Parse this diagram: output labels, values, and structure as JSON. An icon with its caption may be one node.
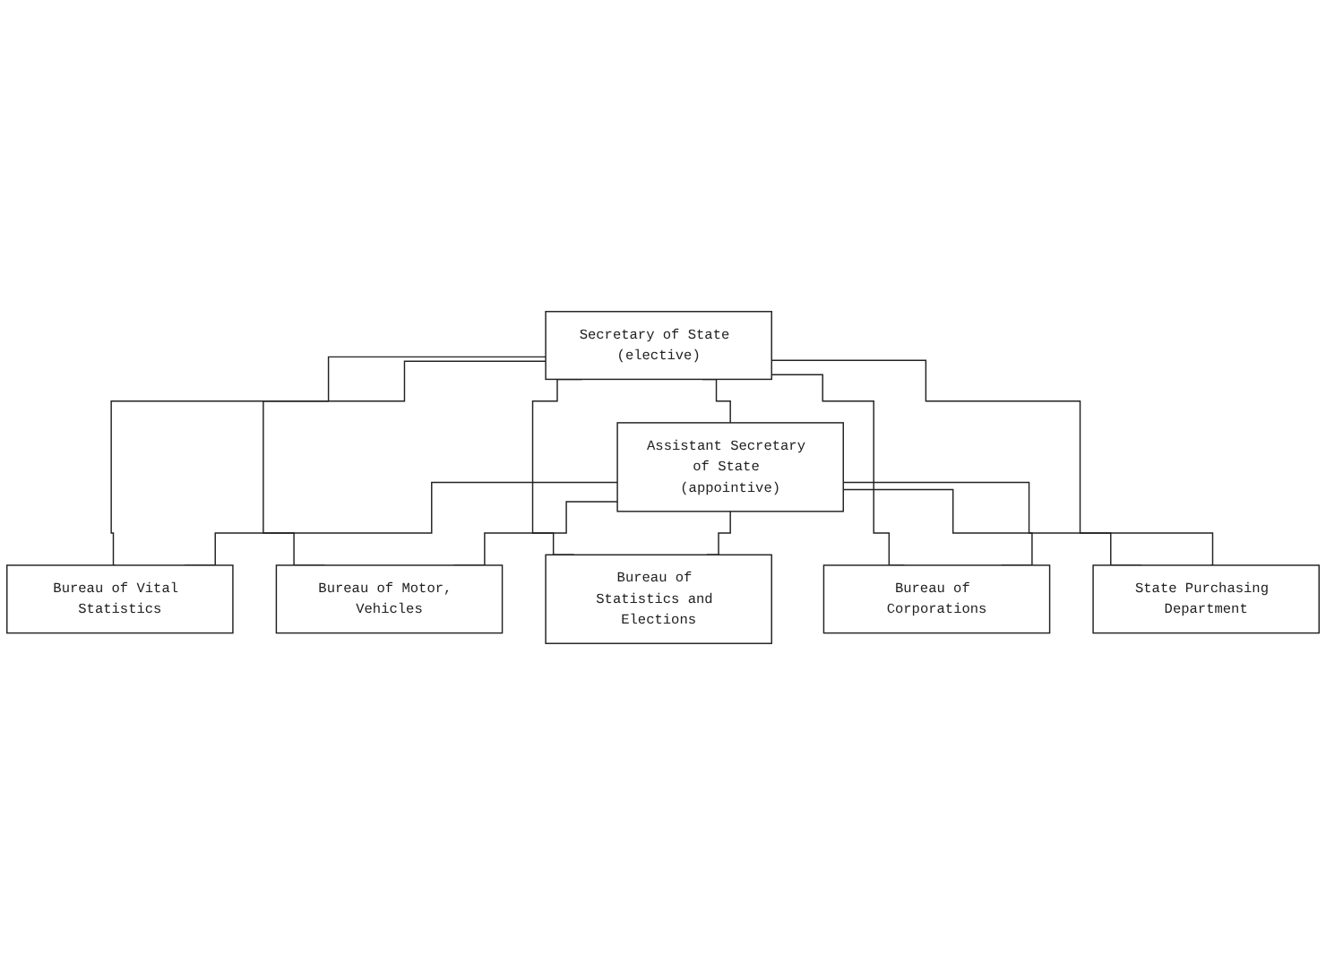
{
  "diagram": {
    "nodes": [
      {
        "text": [
          "Secretary of State (elective)"
        ]
      },
      {
        "text": [
          "Assistant Secretary of State (appointive)"
        ]
      },
      {
        "text": [
          "Bureau of Vital Statistics"
        ]
      },
      {
        "text": [
          "Bureau of Motor, Vehicles"
        ]
      },
      {
        "text": [
          "Bureau of Statistics and Elections"
        ]
      },
      {
        "text": [
          "Bureau of Corporations"
        ]
      },
      {
        "text": [
          "State Purchasing Department"
        ]
      }
    ],
    "edges": [
      {
        "from": 0,
        "to": 1,
        "arrow": "none"
      },
      {
        "from": 0,
        "to": 2,
        "arrow": "none"
      },
      {
        "from": 0,
        "to": 3,
        "arrow": "none"
      },
      {
        "from": 0,
        "to": 4,
        "arrow": "none"
      },
      {
        "from": 0,
        "to": 5,
        "arrow": "none"
      },
      {
        "from": 0,
        "to": 6,
        "arrow": "none"
      },
      {
        "from": 1,
        "to": 2,
        "arrow": "none"
      },
      {
        "from": 1,
        "to": 3,
        "arrow": "none"
      },
      {
        "from": 1,
        "to": 4,
        "arrow": "none"
      },
      {
        "from": 1,
        "to": 5,
        "arrow": "none"
      },
      {
        "from": 1,
        "to": 6,
        "arrow": "none"
      }
    ]
  }
}
